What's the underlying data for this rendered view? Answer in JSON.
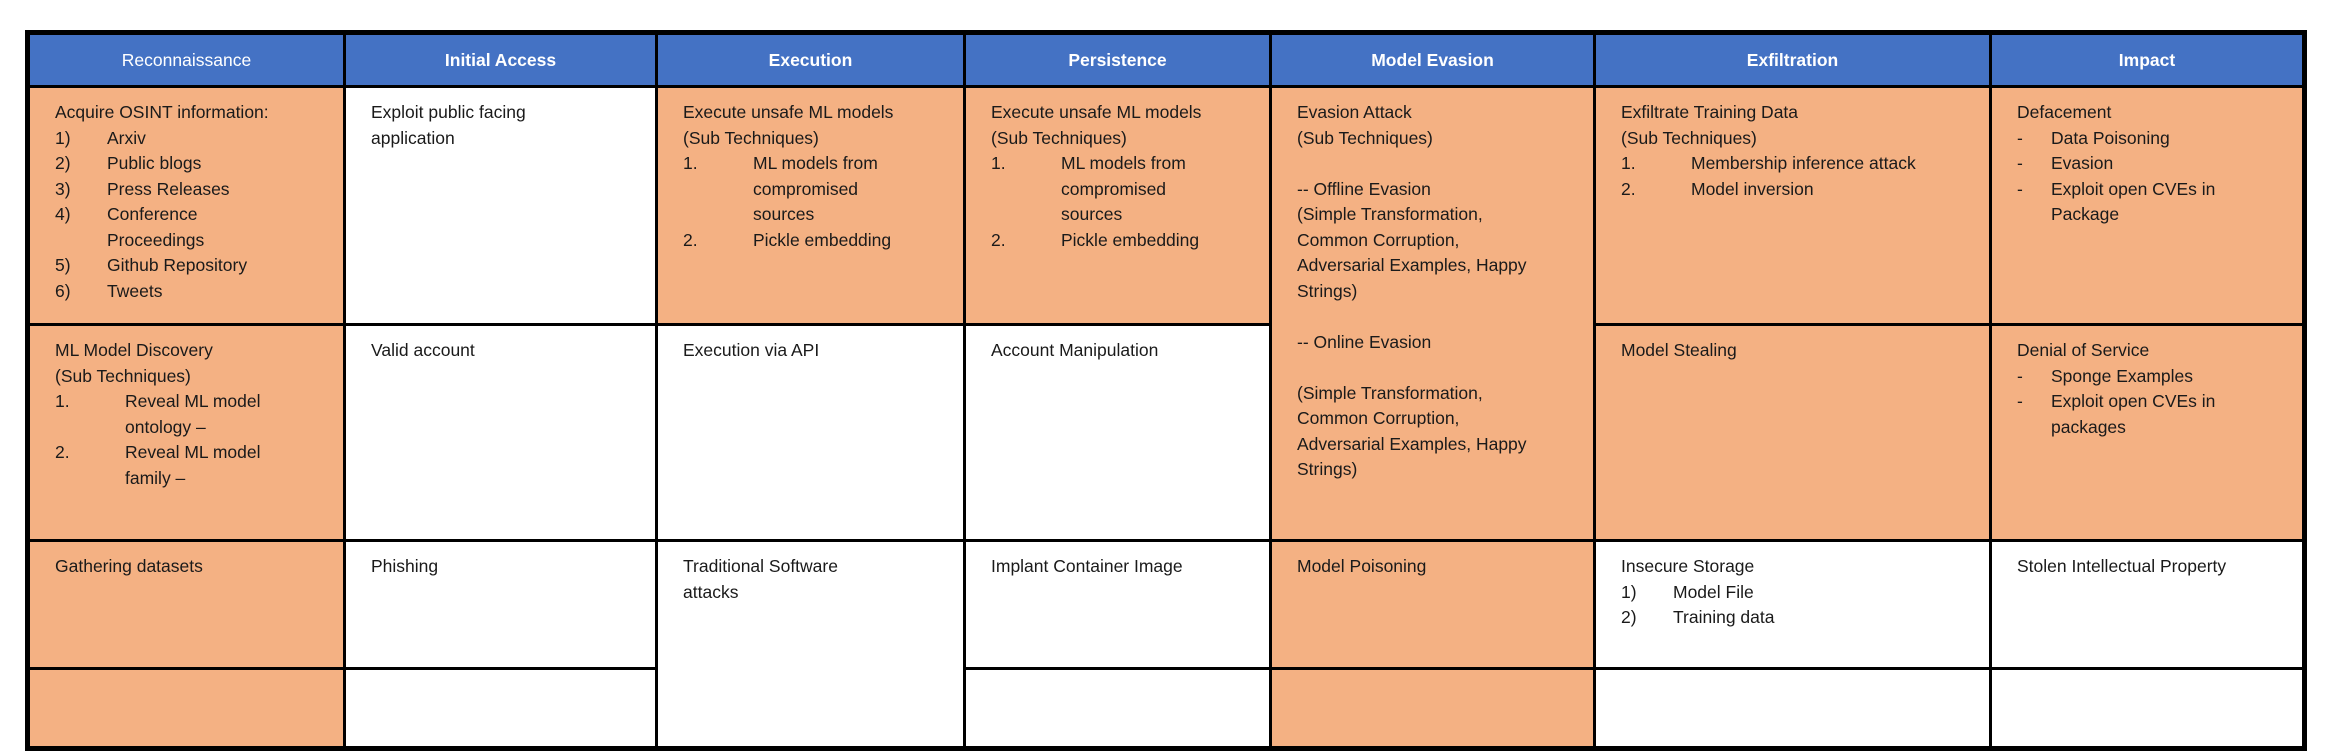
{
  "colors": {
    "header_bg": "#4472C4",
    "header_fg": "#FFFFFF",
    "cell_orange": "#F4B183",
    "cell_white": "#FFFFFF",
    "border": "#000000",
    "text": "#1A1A1A"
  },
  "headers": [
    {
      "label": "Reconnaissance"
    },
    {
      "label": "Initial Access"
    },
    {
      "label": "Execution"
    },
    {
      "label": "Persistence"
    },
    {
      "label": "Model Evasion"
    },
    {
      "label": "Exfiltration"
    },
    {
      "label": "Impact"
    }
  ],
  "cells": {
    "r1c1": {
      "list_style": "paren",
      "lines": [
        {
          "t": "Acquire OSINT information:"
        },
        {
          "m": "1)",
          "t": "Arxiv"
        },
        {
          "m": "2)",
          "t": "Public blogs"
        },
        {
          "m": "3)",
          "t": "Press Releases"
        },
        {
          "m": "4)",
          "t": "Conference"
        },
        {
          "indent": true,
          "t": "Proceedings"
        },
        {
          "m": "5)",
          "t": "Github Repository"
        },
        {
          "m": "6)",
          "t": "Tweets"
        }
      ]
    },
    "r1c2": {
      "lines": [
        {
          "t": "Exploit public facing"
        },
        {
          "t": "application"
        }
      ]
    },
    "r1c3": {
      "list_style": "dot",
      "lines": [
        {
          "t": "Execute unsafe ML models"
        },
        {
          "t": "(Sub Techniques)"
        },
        {
          "m": "1.",
          "t": "ML models from"
        },
        {
          "indent": true,
          "t": "compromised"
        },
        {
          "indent": true,
          "t": "sources"
        },
        {
          "m": "2.",
          "t": "Pickle embedding"
        }
      ]
    },
    "r1c4": {
      "list_style": "dot",
      "lines": [
        {
          "t": "Execute unsafe ML models"
        },
        {
          "t": "(Sub Techniques)"
        },
        {
          "m": "1.",
          "t": "ML models from"
        },
        {
          "indent": true,
          "t": "compromised"
        },
        {
          "indent": true,
          "t": "sources"
        },
        {
          "m": "2.",
          "t": "Pickle embedding"
        }
      ]
    },
    "r1c5": {
      "lines": [
        {
          "t": "Evasion Attack"
        },
        {
          "t": "(Sub Techniques)"
        },
        {
          "t": ""
        },
        {
          "t": "-- Offline Evasion"
        },
        {
          "t": "(Simple Transformation,"
        },
        {
          "t": "Common Corruption,"
        },
        {
          "t": "Adversarial Examples, Happy"
        },
        {
          "t": "Strings)"
        },
        {
          "t": ""
        },
        {
          "t": "-- Online Evasion"
        },
        {
          "t": ""
        },
        {
          "t": "(Simple Transformation,"
        },
        {
          "t": "Common Corruption,"
        },
        {
          "t": "Adversarial Examples, Happy"
        },
        {
          "t": "Strings)"
        }
      ]
    },
    "r1c6": {
      "list_style": "dot",
      "lines": [
        {
          "t": "Exfiltrate Training Data"
        },
        {
          "t": "(Sub Techniques)"
        },
        {
          "m": "1.",
          "t": "Membership inference attack"
        },
        {
          "m": "2.",
          "t": "Model inversion"
        }
      ]
    },
    "r1c7": {
      "list_style": "dash",
      "lines": [
        {
          "t": "Defacement"
        },
        {
          "m": "-",
          "t": "Data Poisoning"
        },
        {
          "m": "-",
          "t": "Evasion"
        },
        {
          "m": "-",
          "t": "Exploit open CVEs in"
        },
        {
          "indent": true,
          "t": "Package"
        }
      ]
    },
    "r2c1": {
      "list_style": "dot",
      "lines": [
        {
          "t": "ML Model Discovery"
        },
        {
          "t": "(Sub Techniques)"
        },
        {
          "m": "1.",
          "t": "Reveal ML model"
        },
        {
          "indent": true,
          "t": "ontology –"
        },
        {
          "m": "2.",
          "t": "Reveal ML model"
        },
        {
          "indent": true,
          "t": "family –"
        }
      ]
    },
    "r2c2": {
      "lines": [
        {
          "t": "Valid account"
        }
      ]
    },
    "r2c3": {
      "lines": [
        {
          "t": "Execution via API"
        }
      ]
    },
    "r2c4": {
      "lines": [
        {
          "t": "Account Manipulation"
        }
      ]
    },
    "r2c6": {
      "lines": [
        {
          "t": "Model Stealing"
        }
      ]
    },
    "r2c7": {
      "list_style": "dash",
      "lines": [
        {
          "t": "Denial of Service"
        },
        {
          "m": "-",
          "t": "Sponge Examples"
        },
        {
          "m": "-",
          "t": "Exploit open CVEs in"
        },
        {
          "indent": true,
          "t": "packages"
        }
      ]
    },
    "r3c1": {
      "lines": [
        {
          "t": "Gathering datasets"
        }
      ]
    },
    "r3c2": {
      "lines": [
        {
          "t": "Phishing"
        }
      ]
    },
    "r3c3": {
      "lines": [
        {
          "t": "Traditional Software"
        },
        {
          "t": "attacks"
        }
      ]
    },
    "r3c4": {
      "lines": [
        {
          "t": "Implant Container Image"
        }
      ]
    },
    "r3c5": {
      "lines": [
        {
          "t": "Model Poisoning"
        }
      ]
    },
    "r3c6": {
      "list_style": "paren",
      "lines": [
        {
          "t": "Insecure Storage"
        },
        {
          "m": "1)",
          "t": "Model File"
        },
        {
          "m": "2)",
          "t": "Training data"
        }
      ]
    },
    "r3c7": {
      "lines": [
        {
          "t": "Stolen Intellectual Property"
        }
      ]
    },
    "r4c1": {
      "lines": []
    },
    "r4c2": {
      "lines": []
    },
    "r4c4": {
      "lines": []
    },
    "r4c5": {
      "lines": []
    },
    "r4c6": {
      "lines": []
    },
    "r4c7": {
      "lines": []
    }
  }
}
